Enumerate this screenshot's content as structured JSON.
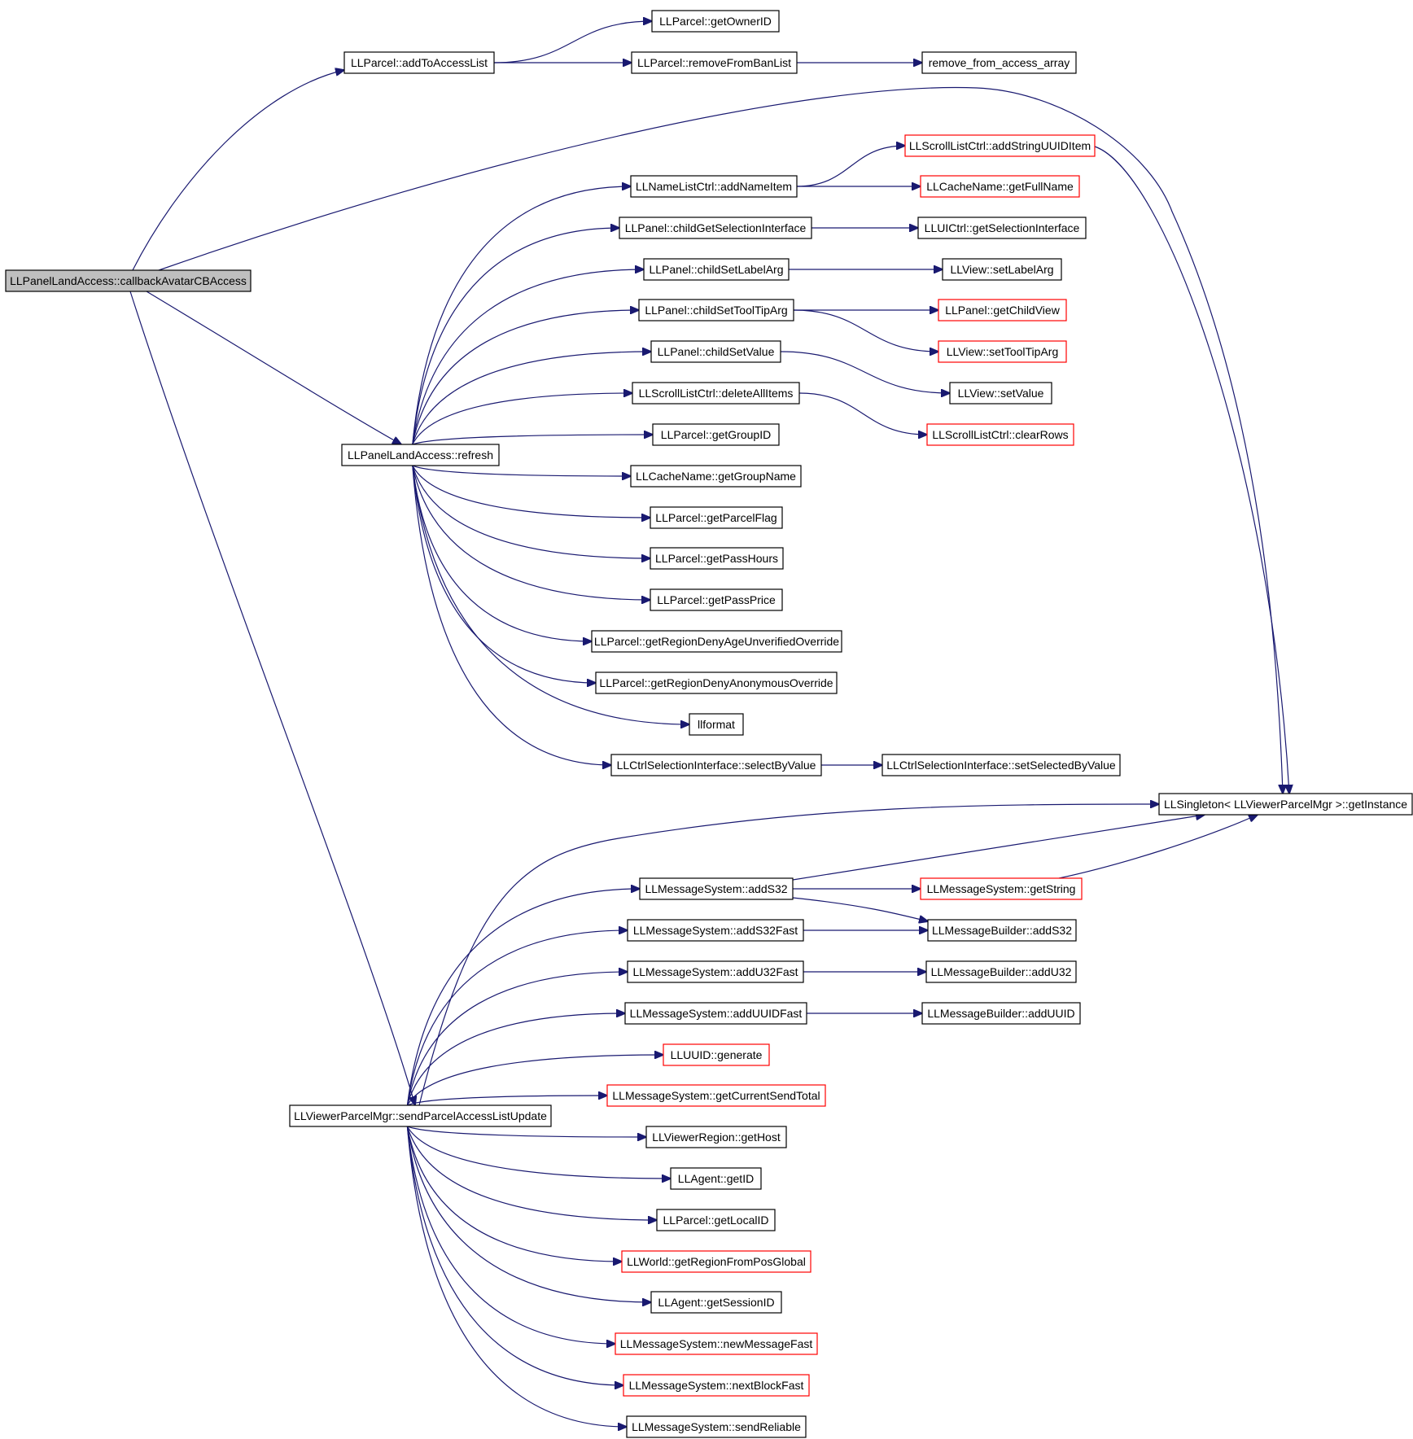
{
  "colors": {
    "edge": "#191970",
    "node_border": "#000000",
    "node_border_truncated": "#ff0000",
    "node_fill": "#ffffff",
    "root_fill": "#bfbfbf",
    "text": "#000000"
  },
  "nodes": [
    {
      "id": "callbackAvatarCBAccess",
      "label": "LLPanelLandAccess::callbackAvatarCBAccess",
      "style": "root"
    },
    {
      "id": "addToAccessList",
      "label": "LLParcel::addToAccessList",
      "style": "normal"
    },
    {
      "id": "getOwnerID",
      "label": "LLParcel::getOwnerID",
      "style": "normal"
    },
    {
      "id": "removeFromBanList",
      "label": "LLParcel::removeFromBanList",
      "style": "normal"
    },
    {
      "id": "remove_from_access_array",
      "label": "remove_from_access_array",
      "style": "normal"
    },
    {
      "id": "getInstance",
      "label": "LLSingleton< LLViewerParcelMgr >::getInstance",
      "style": "normal"
    },
    {
      "id": "refresh",
      "label": "LLPanelLandAccess::refresh",
      "style": "normal"
    },
    {
      "id": "sendUpdate",
      "label": "LLViewerParcelMgr::sendParcelAccessListUpdate",
      "style": "normal"
    },
    {
      "id": "addNameItem",
      "label": "LLNameListCtrl::addNameItem",
      "style": "normal"
    },
    {
      "id": "addStringUUIDItem",
      "label": "LLScrollListCtrl::addStringUUIDItem",
      "style": "truncated"
    },
    {
      "id": "getFullName",
      "label": "LLCacheName::getFullName",
      "style": "truncated"
    },
    {
      "id": "childGetSelectionInterface",
      "label": "LLPanel::childGetSelectionInterface",
      "style": "normal"
    },
    {
      "id": "getSelectionInterface",
      "label": "LLUICtrl::getSelectionInterface",
      "style": "normal"
    },
    {
      "id": "childSetLabelArg",
      "label": "LLPanel::childSetLabelArg",
      "style": "normal"
    },
    {
      "id": "setLabelArg",
      "label": "LLView::setLabelArg",
      "style": "normal"
    },
    {
      "id": "childSetToolTipArg",
      "label": "LLPanel::childSetToolTipArg",
      "style": "normal"
    },
    {
      "id": "getChildView",
      "label": "LLPanel::getChildView",
      "style": "truncated"
    },
    {
      "id": "setToolTipArg",
      "label": "LLView::setToolTipArg",
      "style": "truncated"
    },
    {
      "id": "childSetValue",
      "label": "LLPanel::childSetValue",
      "style": "normal"
    },
    {
      "id": "setValue",
      "label": "LLView::setValue",
      "style": "normal"
    },
    {
      "id": "deleteAllItems",
      "label": "LLScrollListCtrl::deleteAllItems",
      "style": "normal"
    },
    {
      "id": "clearRows",
      "label": "LLScrollListCtrl::clearRows",
      "style": "truncated"
    },
    {
      "id": "getGroupID",
      "label": "LLParcel::getGroupID",
      "style": "normal"
    },
    {
      "id": "getGroupName",
      "label": "LLCacheName::getGroupName",
      "style": "normal"
    },
    {
      "id": "getParcelFlag",
      "label": "LLParcel::getParcelFlag",
      "style": "normal"
    },
    {
      "id": "getPassHours",
      "label": "LLParcel::getPassHours",
      "style": "normal"
    },
    {
      "id": "getPassPrice",
      "label": "LLParcel::getPassPrice",
      "style": "normal"
    },
    {
      "id": "getRegionDenyAgeUnverifiedOverride",
      "label": "LLParcel::getRegionDenyAgeUnverifiedOverride",
      "style": "normal"
    },
    {
      "id": "getRegionDenyAnonymousOverride",
      "label": "LLParcel::getRegionDenyAnonymousOverride",
      "style": "normal"
    },
    {
      "id": "llformat",
      "label": "llformat",
      "style": "normal"
    },
    {
      "id": "selectByValue",
      "label": "LLCtrlSelectionInterface::selectByValue",
      "style": "normal"
    },
    {
      "id": "setSelectedByValue",
      "label": "LLCtrlSelectionInterface::setSelectedByValue",
      "style": "normal"
    },
    {
      "id": "addS32",
      "label": "LLMessageSystem::addS32",
      "style": "normal"
    },
    {
      "id": "getString",
      "label": "LLMessageSystem::getString",
      "style": "truncated"
    },
    {
      "id": "mbAddS32",
      "label": "LLMessageBuilder::addS32",
      "style": "normal"
    },
    {
      "id": "addS32Fast",
      "label": "LLMessageSystem::addS32Fast",
      "style": "normal"
    },
    {
      "id": "addU32Fast",
      "label": "LLMessageSystem::addU32Fast",
      "style": "normal"
    },
    {
      "id": "mbAddU32",
      "label": "LLMessageBuilder::addU32",
      "style": "normal"
    },
    {
      "id": "addUUIDFast",
      "label": "LLMessageSystem::addUUIDFast",
      "style": "normal"
    },
    {
      "id": "mbAddUUID",
      "label": "LLMessageBuilder::addUUID",
      "style": "normal"
    },
    {
      "id": "generate",
      "label": "LLUUID::generate",
      "style": "truncated"
    },
    {
      "id": "getCurrentSendTotal",
      "label": "LLMessageSystem::getCurrentSendTotal",
      "style": "truncated"
    },
    {
      "id": "getHost",
      "label": "LLViewerRegion::getHost",
      "style": "normal"
    },
    {
      "id": "getID",
      "label": "LLAgent::getID",
      "style": "normal"
    },
    {
      "id": "getLocalID",
      "label": "LLParcel::getLocalID",
      "style": "normal"
    },
    {
      "id": "getRegionFromPosGlobal",
      "label": "LLWorld::getRegionFromPosGlobal",
      "style": "truncated"
    },
    {
      "id": "getSessionID",
      "label": "LLAgent::getSessionID",
      "style": "normal"
    },
    {
      "id": "newMessageFast",
      "label": "LLMessageSystem::newMessageFast",
      "style": "truncated"
    },
    {
      "id": "nextBlockFast",
      "label": "LLMessageSystem::nextBlockFast",
      "style": "truncated"
    },
    {
      "id": "sendReliable",
      "label": "LLMessageSystem::sendReliable",
      "style": "normal"
    }
  ],
  "edges": [
    [
      "callbackAvatarCBAccess",
      "addToAccessList"
    ],
    [
      "callbackAvatarCBAccess",
      "getInstance"
    ],
    [
      "callbackAvatarCBAccess",
      "refresh"
    ],
    [
      "callbackAvatarCBAccess",
      "sendUpdate"
    ],
    [
      "addToAccessList",
      "getOwnerID"
    ],
    [
      "addToAccessList",
      "removeFromBanList"
    ],
    [
      "removeFromBanList",
      "remove_from_access_array"
    ],
    [
      "refresh",
      "addNameItem"
    ],
    [
      "refresh",
      "childGetSelectionInterface"
    ],
    [
      "refresh",
      "childSetLabelArg"
    ],
    [
      "refresh",
      "childSetToolTipArg"
    ],
    [
      "refresh",
      "childSetValue"
    ],
    [
      "refresh",
      "deleteAllItems"
    ],
    [
      "refresh",
      "getGroupID"
    ],
    [
      "refresh",
      "getGroupName"
    ],
    [
      "refresh",
      "getParcelFlag"
    ],
    [
      "refresh",
      "getPassHours"
    ],
    [
      "refresh",
      "getPassPrice"
    ],
    [
      "refresh",
      "getRegionDenyAgeUnverifiedOverride"
    ],
    [
      "refresh",
      "getRegionDenyAnonymousOverride"
    ],
    [
      "refresh",
      "llformat"
    ],
    [
      "refresh",
      "selectByValue"
    ],
    [
      "addNameItem",
      "addStringUUIDItem"
    ],
    [
      "addNameItem",
      "getFullName"
    ],
    [
      "addStringUUIDItem",
      "getInstance"
    ],
    [
      "childGetSelectionInterface",
      "getSelectionInterface"
    ],
    [
      "childSetLabelArg",
      "setLabelArg"
    ],
    [
      "childSetToolTipArg",
      "getChildView"
    ],
    [
      "childSetToolTipArg",
      "setToolTipArg"
    ],
    [
      "childSetValue",
      "setValue"
    ],
    [
      "deleteAllItems",
      "clearRows"
    ],
    [
      "selectByValue",
      "setSelectedByValue"
    ],
    [
      "sendUpdate",
      "getInstance"
    ],
    [
      "sendUpdate",
      "addS32"
    ],
    [
      "sendUpdate",
      "addS32Fast"
    ],
    [
      "sendUpdate",
      "addU32Fast"
    ],
    [
      "sendUpdate",
      "addUUIDFast"
    ],
    [
      "sendUpdate",
      "generate"
    ],
    [
      "sendUpdate",
      "getCurrentSendTotal"
    ],
    [
      "sendUpdate",
      "getHost"
    ],
    [
      "sendUpdate",
      "getID"
    ],
    [
      "sendUpdate",
      "getLocalID"
    ],
    [
      "sendUpdate",
      "getRegionFromPosGlobal"
    ],
    [
      "sendUpdate",
      "getSessionID"
    ],
    [
      "sendUpdate",
      "newMessageFast"
    ],
    [
      "sendUpdate",
      "nextBlockFast"
    ],
    [
      "sendUpdate",
      "sendReliable"
    ],
    [
      "addS32",
      "getInstance"
    ],
    [
      "addS32",
      "getString"
    ],
    [
      "addS32",
      "mbAddS32"
    ],
    [
      "getString",
      "getInstance"
    ],
    [
      "addS32Fast",
      "mbAddS32"
    ],
    [
      "addU32Fast",
      "mbAddU32"
    ],
    [
      "addUUIDFast",
      "mbAddUUID"
    ]
  ]
}
